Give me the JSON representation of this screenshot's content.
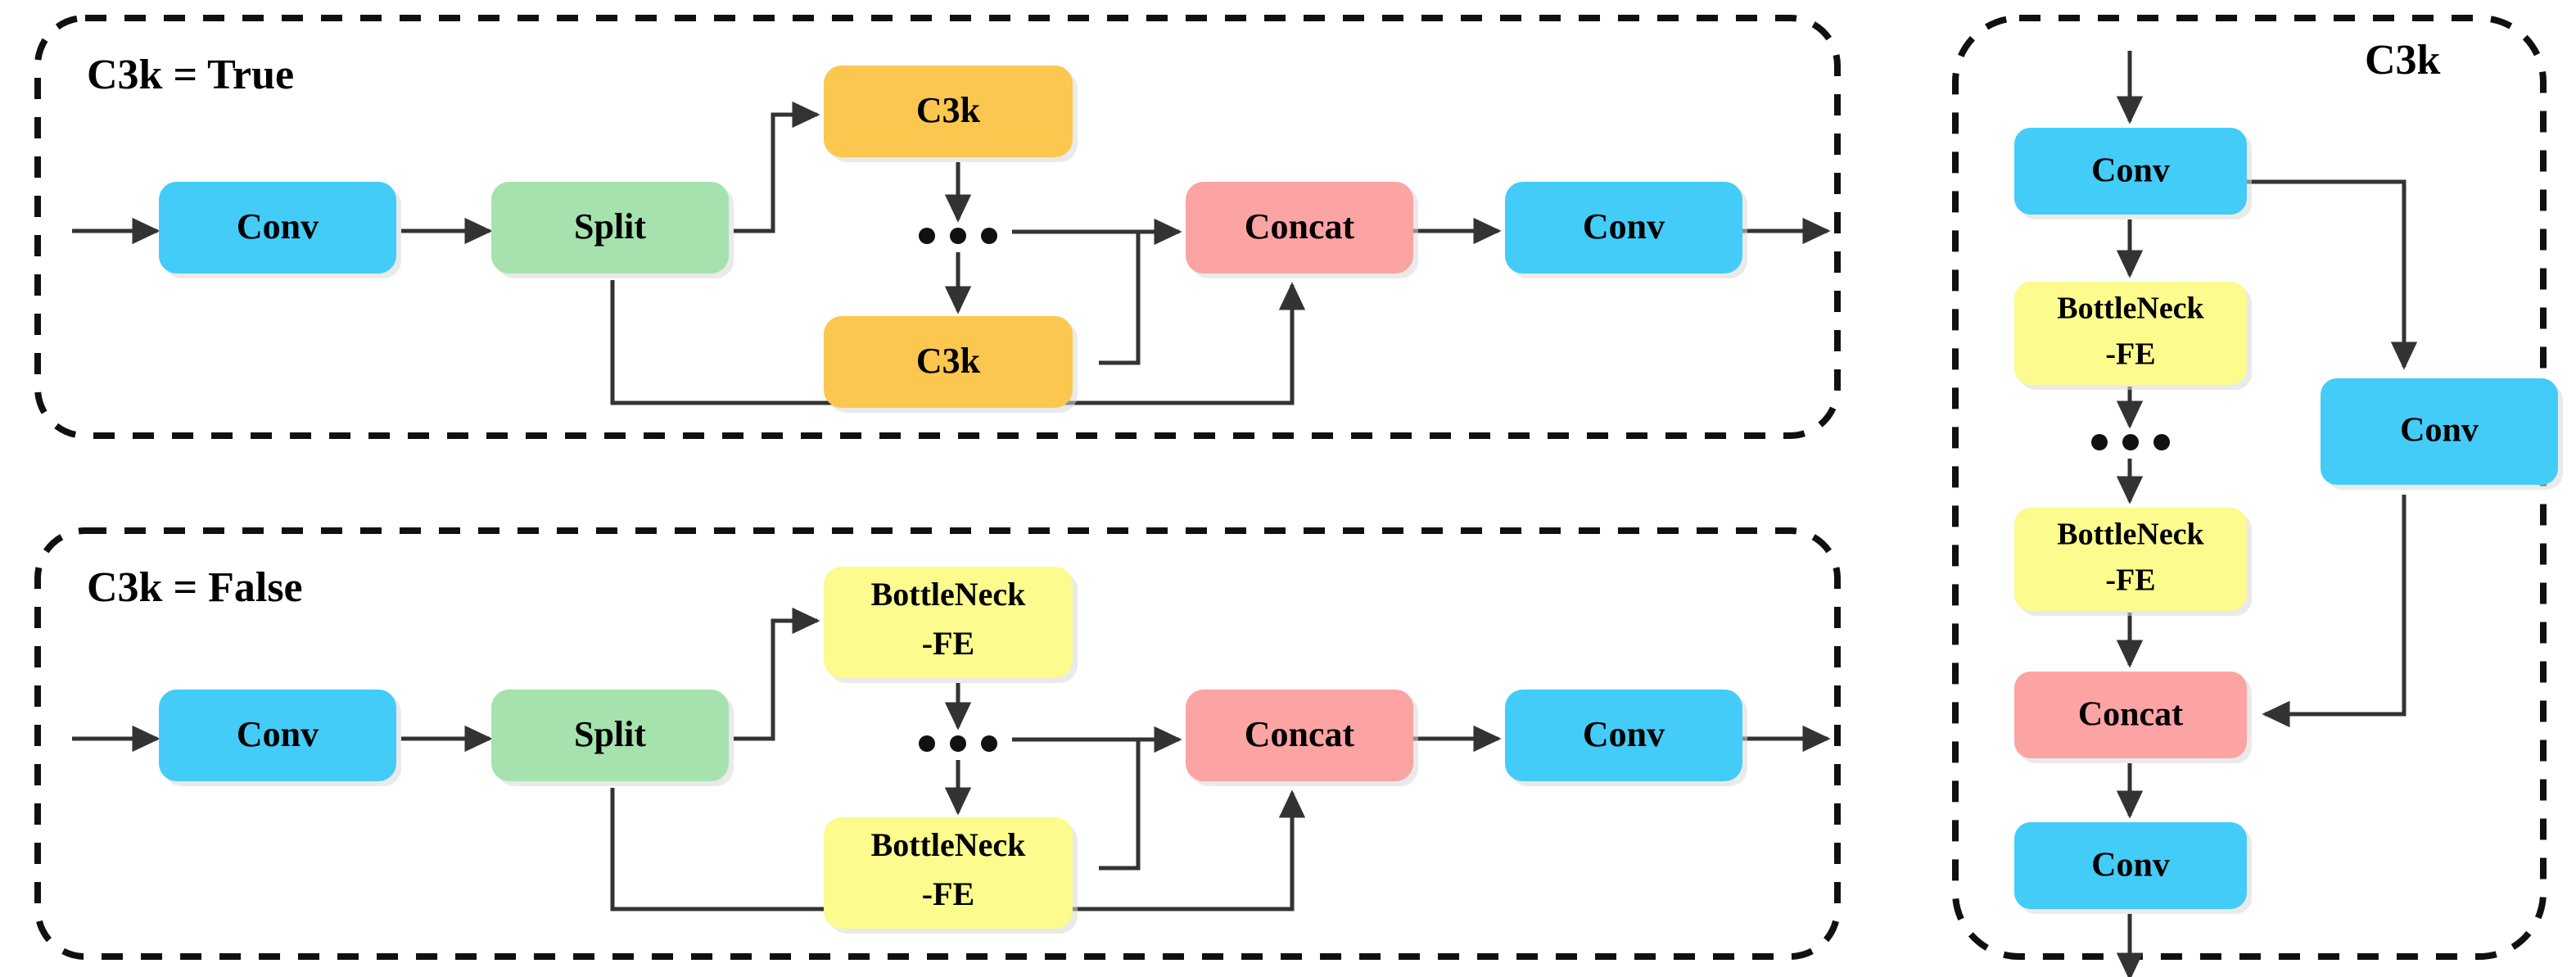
{
  "figure": {
    "title_left_top": "C3k = True",
    "title_left_bottom": "C3k = False",
    "title_right": "C3k"
  },
  "colors": {
    "conv": "#43CCF8",
    "split": "#A5E2AE",
    "c3k": "#FCC74E",
    "bottleneck": "#FBFB8E",
    "concat": "#FCA3A3",
    "line": "#333333",
    "panel_border": "#101010",
    "text": "#000000",
    "background": "#FFFFFF"
  },
  "panels": [
    {
      "id": "c3k-true",
      "title": "C3k = True",
      "nodes": [
        {
          "name": "conv-in",
          "label": "Conv",
          "type": "conv"
        },
        {
          "name": "split",
          "label": "Split",
          "type": "split"
        },
        {
          "name": "c3k-top",
          "label": "C3k",
          "type": "c3k"
        },
        {
          "name": "c3k-bottom",
          "label": "C3k",
          "type": "c3k"
        },
        {
          "name": "concat",
          "label": "Concat",
          "type": "concat"
        },
        {
          "name": "conv-out",
          "label": "Conv",
          "type": "conv"
        }
      ],
      "ellipsis": "• • •"
    },
    {
      "id": "c3k-false",
      "title": "C3k = False",
      "nodes": [
        {
          "name": "conv-in",
          "label": "Conv",
          "type": "conv"
        },
        {
          "name": "split",
          "label": "Split",
          "type": "split"
        },
        {
          "name": "bottleneck-top",
          "label_line1": "BottleNeck",
          "label_line2": "-FE",
          "type": "bottleneck"
        },
        {
          "name": "bottleneck-bottom",
          "label_line1": "BottleNeck",
          "label_line2": "-FE",
          "type": "bottleneck"
        },
        {
          "name": "concat",
          "label": "Concat",
          "type": "concat"
        },
        {
          "name": "conv-out",
          "label": "Conv",
          "type": "conv"
        }
      ],
      "ellipsis": "• • •"
    },
    {
      "id": "c3k-detail",
      "title": "C3k",
      "nodes": [
        {
          "name": "conv-1",
          "label": "Conv",
          "type": "conv"
        },
        {
          "name": "bottleneck-top",
          "label_line1": "BottleNeck",
          "label_line2": "-FE",
          "type": "bottleneck"
        },
        {
          "name": "bottleneck-bottom",
          "label_line1": "BottleNeck",
          "label_line2": "-FE",
          "type": "bottleneck"
        },
        {
          "name": "concat",
          "label": "Concat",
          "type": "concat"
        },
        {
          "name": "conv-out",
          "label": "Conv",
          "type": "conv"
        },
        {
          "name": "conv-branch",
          "label": "Conv",
          "type": "conv"
        }
      ],
      "ellipsis": "• • •"
    }
  ],
  "labels": {
    "conv": "Conv",
    "split": "Split",
    "c3k": "C3k",
    "concat": "Concat",
    "bottleneck_line1": "BottleNeck",
    "bottleneck_line2": "-FE",
    "title_true": "C3k = True",
    "title_false": "C3k = False",
    "title_detail": "C3k"
  }
}
